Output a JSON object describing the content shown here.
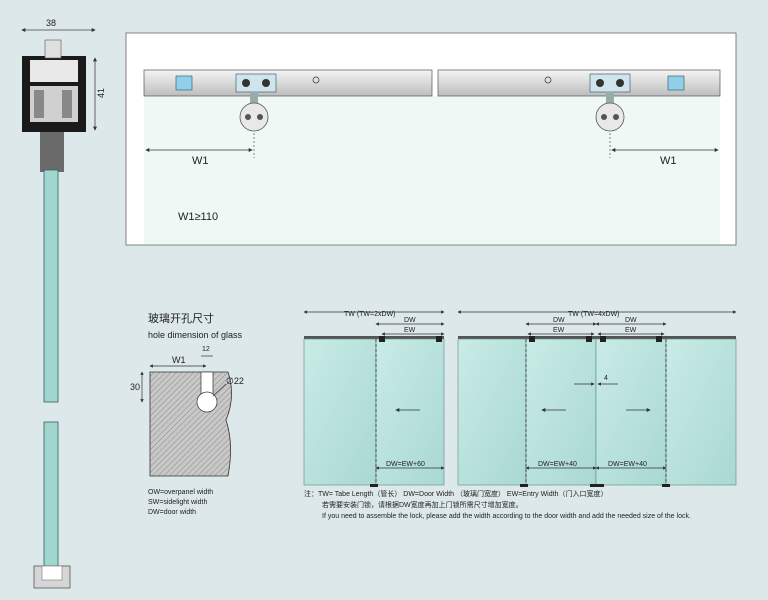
{
  "side_section": {
    "dim_width": "38",
    "dim_height": "41"
  },
  "top_elevation": {
    "w1_left": "W1",
    "w1_right": "W1",
    "w1_note": "W1≥110"
  },
  "hole_detail": {
    "title_cn": "玻璃开孔尺寸",
    "title_en": "hole dimension of  glass",
    "w1": "W1",
    "dim_12": "12",
    "dim_30": "30",
    "dim_22": "∅22"
  },
  "legend": {
    "ow": "OW=overpanel width",
    "sw": "SW=sidelight width",
    "dw": "DW=door width"
  },
  "diagram_a": {
    "tw": "TW (TW=2xDW)",
    "dw": "DW",
    "ew": "EW",
    "formula": "DW=EW+60"
  },
  "diagram_b": {
    "tw": "TW (TW=4xDW)",
    "dw_left": "DW",
    "dw_right": "DW",
    "ew_left": "EW",
    "ew_right": "EW",
    "gap": "4",
    "formula_left": "DW=EW+40",
    "formula_right": "DW=EW+40"
  },
  "notes": {
    "line1": "注：TW= Tabe Length（管长）     DW=Door Width （玻璃门宽度）       EW=Entry Width（门入口宽度）",
    "line2": "若需要安装门锁，请根据DW宽度再加上门锁所需尺寸增加宽度。",
    "line3": "If you need to assemble the lock, please add the width according to the door width and add the needed size of the lock."
  }
}
